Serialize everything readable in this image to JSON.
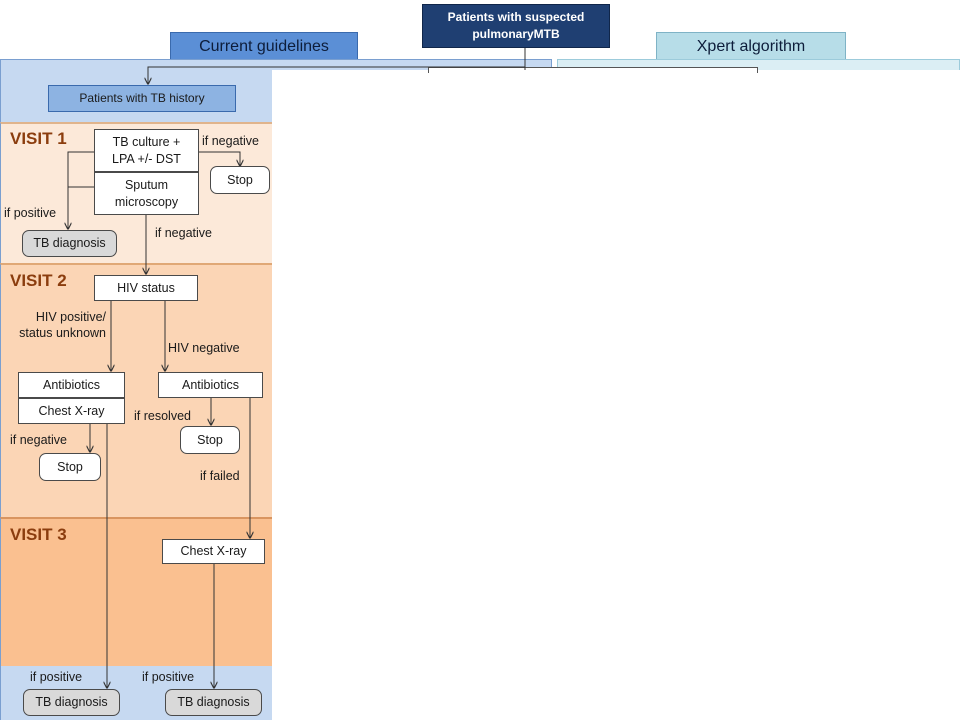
{
  "header": {
    "top_title": "Patients with suspected pulmonaryMTB",
    "tab_current": "Current guidelines",
    "tab_xpert": "Xpert algorithm"
  },
  "left_panel": {
    "tb_history": "Patients with TB history",
    "visits": [
      "VISIT 1",
      "VISIT 2",
      "VISIT 3"
    ],
    "visit1": {
      "culture": "TB culture + LPA +/- DST",
      "microscopy": "Sputum microscopy",
      "if_negative_top": "if negative",
      "stop": "Stop",
      "if_positive": "if positive",
      "tb_diagnosis": "TB diagnosis",
      "if_negative_down": "if negative"
    },
    "visit2": {
      "hiv_status": "HIV status",
      "hiv_pos": "HIV positive/ status unknown",
      "hiv_neg": "HIV negative",
      "antibiotics_left": "Antibiotics",
      "chest_xray_left": "Chest X-ray",
      "antibiotics_right": "Antibiotics",
      "if_resolved": "if resolved",
      "stop_right": "Stop",
      "if_negative": "if negative",
      "stop_left": "Stop",
      "if_failed": "if failed"
    },
    "visit3": {
      "chest_xray": "Chest X-ray"
    },
    "bottom": {
      "if_positive_left": "if positive",
      "if_positive_right": "if positive",
      "tb_diagnosis_left": "TB diagnosis",
      "tb_diagnosis_right": "TB diagnosis"
    }
  },
  "colors": {
    "navy": "#1f3f72",
    "tab_current": "#5b8fd6",
    "tab_xpert": "#b7dde8",
    "panel_blue": "#c6d9f1",
    "visit1_bg": "#fce9d9",
    "visit2_bg": "#fbd5b5",
    "visit3_bg": "#fac090",
    "visit_text": "#8b3d0e"
  }
}
